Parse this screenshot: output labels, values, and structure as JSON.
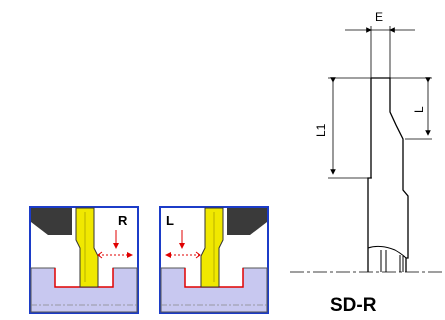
{
  "panels": [
    {
      "label": "R"
    },
    {
      "label": "L"
    }
  ],
  "dimensions": {
    "e": "E",
    "l1": "L1",
    "l": "L"
  },
  "title": "SD-R",
  "colors": {
    "insert_yellow": "#f0e800",
    "workpiece_lavender": "#c8c8f0",
    "holder_dark": "#3a3a3a",
    "cut_line_red": "#e00000",
    "panel_border": "#1c3cc8",
    "arrow_red": "#e00000"
  }
}
